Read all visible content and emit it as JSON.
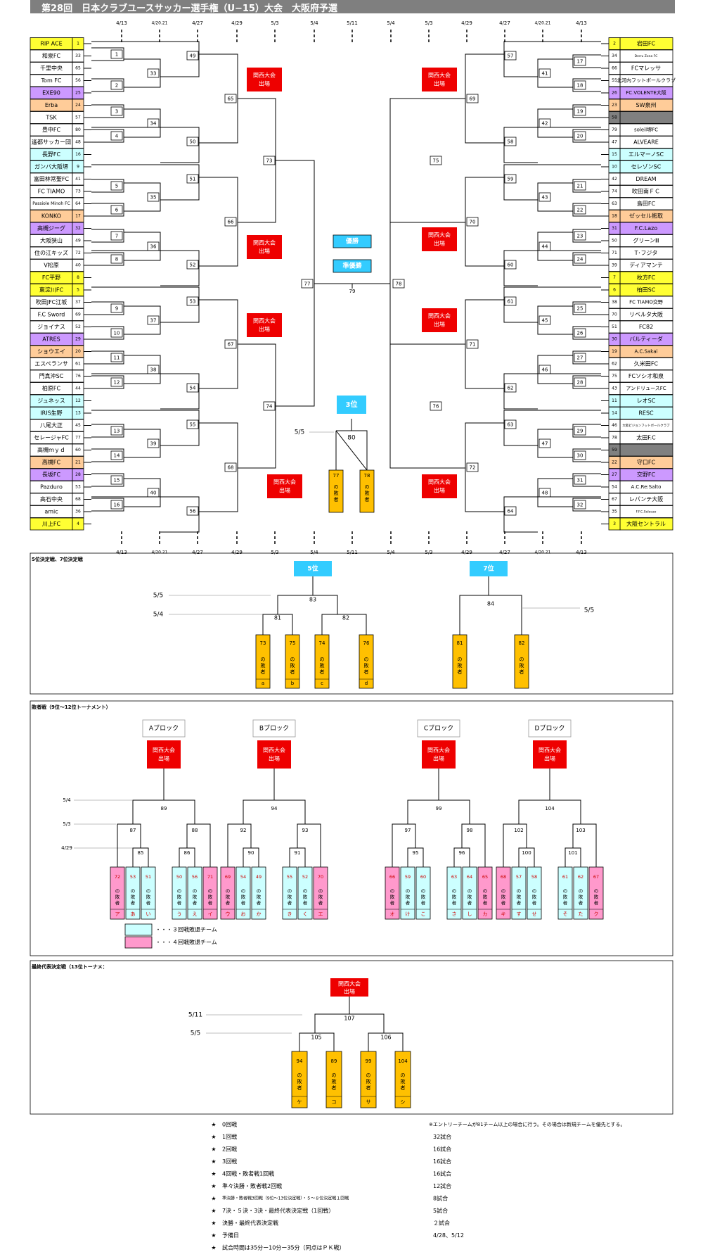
{
  "title": "第28回　日本クラブユースサッカー選手権（U−15）大会　大阪府予選",
  "dates_top": [
    "4/13",
    "4/20.21",
    "4/27",
    "4/29",
    "5/3",
    "5/4",
    "5/11",
    "5/4",
    "5/3",
    "4/29",
    "4/27",
    "4/20.21",
    "4/13"
  ],
  "left_teams": [
    {
      "name": "RIP ACE",
      "seed": "1",
      "fill": "#ffff33"
    },
    {
      "name": "和泉FC",
      "seed": "33",
      "fill": "#ffffff"
    },
    {
      "name": "千里中央",
      "seed": "65",
      "fill": "#ffffff"
    },
    {
      "name": "Tom FC",
      "seed": "56",
      "fill": "#ffffff"
    },
    {
      "name": "EXE90",
      "seed": "25",
      "fill": "#cc99ff"
    },
    {
      "name": "Erba",
      "seed": "24",
      "fill": "#ffcc99"
    },
    {
      "name": "TSK",
      "seed": "57",
      "fill": "#ffffff"
    },
    {
      "name": "豊中FC",
      "seed": "80",
      "fill": "#ffffff"
    },
    {
      "name": "遙都サッカー団",
      "seed": "48",
      "fill": "#ffffff"
    },
    {
      "name": "長野FC",
      "seed": "16",
      "fill": "#ccffff"
    },
    {
      "name": "ガンバ大阪堺",
      "seed": "9",
      "fill": "#ccffff"
    },
    {
      "name": "富田林常聖FC",
      "seed": "41",
      "fill": "#ffffff"
    },
    {
      "name": "FC TIAMO",
      "seed": "73",
      "fill": "#ffffff"
    },
    {
      "name": "Passiole Minoh FC",
      "seed": "64",
      "fill": "#ffffff"
    },
    {
      "name": "KONKO",
      "seed": "17",
      "fill": "#ffcc99"
    },
    {
      "name": "高槻ジーグ",
      "seed": "32",
      "fill": "#cc99ff"
    },
    {
      "name": "大阪狭山",
      "seed": "49",
      "fill": "#ffffff"
    },
    {
      "name": "住の江キッズ",
      "seed": "72",
      "fill": "#ffffff"
    },
    {
      "name": "V松原",
      "seed": "40",
      "fill": "#ffffff"
    },
    {
      "name": "FC平野",
      "seed": "8",
      "fill": "#ffff33"
    },
    {
      "name": "東淀川FC",
      "seed": "5",
      "fill": "#ffff33"
    },
    {
      "name": "吹田JFC江坂",
      "seed": "37",
      "fill": "#ffffff"
    },
    {
      "name": "F.C Sword",
      "seed": "69",
      "fill": "#ffffff"
    },
    {
      "name": "ジョイナス",
      "seed": "52",
      "fill": "#ffffff"
    },
    {
      "name": "ATRES",
      "seed": "29",
      "fill": "#cc99ff"
    },
    {
      "name": "ショウエイ",
      "seed": "20",
      "fill": "#ffcc99"
    },
    {
      "name": "エスペランサ",
      "seed": "61",
      "fill": "#ffffff"
    },
    {
      "name": "門真沖SC",
      "seed": "76",
      "fill": "#ffffff"
    },
    {
      "name": "柏原FC",
      "seed": "44",
      "fill": "#ffffff"
    },
    {
      "name": "ジュネッス",
      "seed": "12",
      "fill": "#ccffff"
    },
    {
      "name": "IRIS生野",
      "seed": "13",
      "fill": "#ccffff"
    },
    {
      "name": "八尾大正",
      "seed": "45",
      "fill": "#ffffff"
    },
    {
      "name": "セレージャFC",
      "seed": "77",
      "fill": "#ffffff"
    },
    {
      "name": "高槻ｍｙｄ",
      "seed": "60",
      "fill": "#ffffff"
    },
    {
      "name": "高槻FC",
      "seed": "21",
      "fill": "#ffcc99"
    },
    {
      "name": "長坂FC",
      "seed": "28",
      "fill": "#cc99ff"
    },
    {
      "name": "Pazduro",
      "seed": "53",
      "fill": "#ffffff"
    },
    {
      "name": "高石中央",
      "seed": "68",
      "fill": "#ffffff"
    },
    {
      "name": "amic",
      "seed": "36",
      "fill": "#ffffff"
    },
    {
      "name": "川上FC",
      "seed": "4",
      "fill": "#ffff33"
    }
  ],
  "right_teams": [
    {
      "name": "岩田FC",
      "seed": "2",
      "fill": "#ffff33"
    },
    {
      "name": "Derru Zona FC",
      "seed": "34",
      "fill": "#ffffff"
    },
    {
      "name": "FCマレッサ",
      "seed": "66",
      "fill": "#ffffff"
    },
    {
      "name": "北河内フットボールクラブ",
      "seed": "55",
      "fill": "#ffffff"
    },
    {
      "name": "FC.VOLENTE大阪",
      "seed": "26",
      "fill": "#cc99ff"
    },
    {
      "name": "SW泉州",
      "seed": "23",
      "fill": "#ffcc99"
    },
    {
      "name": "",
      "seed": "58",
      "fill": "#808080"
    },
    {
      "name": "soleil堺FC",
      "seed": "79",
      "fill": "#ffffff"
    },
    {
      "name": "ALVEARE",
      "seed": "47",
      "fill": "#ffffff"
    },
    {
      "name": "エルマーノSC",
      "seed": "15",
      "fill": "#ccffff"
    },
    {
      "name": "セレゾンSC",
      "seed": "10",
      "fill": "#ccffff"
    },
    {
      "name": "DREAM",
      "seed": "42",
      "fill": "#ffffff"
    },
    {
      "name": "吹田南ＦＣ",
      "seed": "74",
      "fill": "#ffffff"
    },
    {
      "name": "島田FC",
      "seed": "63",
      "fill": "#ffffff"
    },
    {
      "name": "ゼッセル熊取",
      "seed": "18",
      "fill": "#ffcc99"
    },
    {
      "name": "F.C.Lazo",
      "seed": "31",
      "fill": "#cc99ff"
    },
    {
      "name": "グリーンⅢ",
      "seed": "50",
      "fill": "#ffffff"
    },
    {
      "name": "T･フジタ",
      "seed": "71",
      "fill": "#ffffff"
    },
    {
      "name": "ディアマンテ",
      "seed": "39",
      "fill": "#ffffff"
    },
    {
      "name": "枚方FC",
      "seed": "7",
      "fill": "#ffff33"
    },
    {
      "name": "柏田SC",
      "seed": "6",
      "fill": "#ffff33"
    },
    {
      "name": "FC TIAMO交野",
      "seed": "38",
      "fill": "#ffffff"
    },
    {
      "name": "リベルタ大阪",
      "seed": "70",
      "fill": "#ffffff"
    },
    {
      "name": "FC82",
      "seed": "51",
      "fill": "#ffffff"
    },
    {
      "name": "バルティーダ",
      "seed": "30",
      "fill": "#cc99ff"
    },
    {
      "name": "A.C.Sakai",
      "seed": "19",
      "fill": "#ffcc99"
    },
    {
      "name": "久米田FC",
      "seed": "62",
      "fill": "#ffffff"
    },
    {
      "name": "FCソシオ和泉",
      "seed": "75",
      "fill": "#ffffff"
    },
    {
      "name": "アンドリュースFC",
      "seed": "43",
      "fill": "#ffffff"
    },
    {
      "name": "レオSC",
      "seed": "11",
      "fill": "#ccffff"
    },
    {
      "name": "RESC",
      "seed": "14",
      "fill": "#ccffff"
    },
    {
      "name": "大阪ピジョンフットボールクラブ",
      "seed": "46",
      "fill": "#ffffff"
    },
    {
      "name": "太田F.C",
      "seed": "78",
      "fill": "#ffffff"
    },
    {
      "name": "",
      "seed": "59",
      "fill": "#808080"
    },
    {
      "name": "守口FC",
      "seed": "22",
      "fill": "#ffcc99"
    },
    {
      "name": "交野FC",
      "seed": "27",
      "fill": "#cc99ff"
    },
    {
      "name": "A.C.Re:Salto",
      "seed": "54",
      "fill": "#ffffff"
    },
    {
      "name": "レパンテ大阪",
      "seed": "67",
      "fill": "#ffffff"
    },
    {
      "name": "F.F.C.Selecao",
      "seed": "35",
      "fill": "#ffffff"
    },
    {
      "name": "大阪セントラル",
      "seed": "3",
      "fill": "#ffff33"
    }
  ],
  "left_r1": [
    [
      "1",
      77
    ],
    [
      "2",
      121
    ],
    [
      "3",
      158
    ],
    [
      "4",
      193
    ],
    [
      "5",
      264
    ],
    [
      "6",
      298
    ],
    [
      "7",
      335
    ],
    [
      "8",
      368
    ],
    [
      "9",
      438
    ],
    [
      "10",
      473
    ],
    [
      "11",
      508
    ],
    [
      "12",
      543
    ],
    [
      "13",
      612
    ],
    [
      "14",
      647
    ],
    [
      "15",
      682
    ],
    [
      "16",
      717
    ]
  ],
  "right_r1": [
    [
      "17",
      87
    ],
    [
      "18",
      121
    ],
    [
      "19",
      158
    ],
    [
      "20",
      193
    ],
    [
      "21",
      264
    ],
    [
      "22",
      298
    ],
    [
      "23",
      335
    ],
    [
      "24",
      368
    ],
    [
      "25",
      438
    ],
    [
      "26",
      473
    ],
    [
      "27",
      508
    ],
    [
      "28",
      543
    ],
    [
      "29",
      612
    ],
    [
      "30",
      647
    ],
    [
      "31",
      682
    ],
    [
      "32",
      717
    ]
  ],
  "left_r2": [
    [
      "33",
      104
    ],
    [
      "34",
      175
    ],
    [
      "35",
      280
    ],
    [
      "36",
      350
    ],
    [
      "37",
      455
    ],
    [
      "38",
      525
    ],
    [
      "39",
      630
    ],
    [
      "40",
      700
    ]
  ],
  "right_r2": [
    [
      "41",
      104
    ],
    [
      "42",
      175
    ],
    [
      "43",
      280
    ],
    [
      "44",
      350
    ],
    [
      "45",
      455
    ],
    [
      "46",
      525
    ],
    [
      "47",
      630
    ],
    [
      "48",
      700
    ]
  ],
  "left_r3": [
    [
      "49",
      79
    ],
    [
      "50",
      201
    ],
    [
      "51",
      254
    ],
    [
      "52",
      376
    ],
    [
      "53",
      428
    ],
    [
      "54",
      551
    ],
    [
      "55",
      603
    ],
    [
      "56",
      726
    ]
  ],
  "right_r3": [
    [
      "57",
      79
    ],
    [
      "58",
      201
    ],
    [
      "59",
      254
    ],
    [
      "60",
      376
    ],
    [
      "61",
      428
    ],
    [
      "62",
      551
    ],
    [
      "63",
      603
    ],
    [
      "64",
      726
    ]
  ],
  "left_r4": [
    [
      "65",
      140
    ],
    [
      "66",
      315
    ],
    [
      "67",
      489
    ],
    [
      "68",
      664
    ]
  ],
  "right_r4": [
    [
      "69",
      140
    ],
    [
      "70",
      315
    ],
    [
      "71",
      489
    ],
    [
      "72",
      664
    ]
  ],
  "left_r5": [
    [
      "73",
      228
    ],
    [
      "74",
      577
    ]
  ],
  "right_r5": [
    [
      "75",
      228
    ],
    [
      "76",
      577
    ]
  ],
  "center": {
    "kansai": "関西大会\n出場",
    "final_label": "優勝",
    "runnerup_label": "準優勝",
    "m77": "77",
    "m78": "78",
    "m79": "79",
    "third_label": "3位",
    "third_date": "5/5",
    "m80": "80",
    "loser77": "77",
    "loser78": "78",
    "loser_text": "の敗者"
  },
  "section5": {
    "heading": "5位決定戦、7位決定戦",
    "fifth": "5位",
    "seventh": "7位",
    "d55": "5/5",
    "d54": "5/4",
    "d55r": "5/5",
    "m81": "81",
    "m82": "82",
    "m83": "83",
    "m84": "84",
    "boxes": [
      [
        "73",
        "a"
      ],
      [
        "75",
        "b"
      ],
      [
        "74",
        "c"
      ],
      [
        "76",
        "d"
      ],
      [
        "81",
        ""
      ],
      [
        "82",
        ""
      ]
    ]
  },
  "section9": {
    "heading": "敗者戦（9位〜12位トーナメント）",
    "blocks": [
      "Aブロック",
      "Bブロック",
      "Cブロック",
      "Dブロック"
    ],
    "d54": "5/4",
    "d53": "5/3",
    "d429": "4/29",
    "groups": [
      {
        "top": "89",
        "l": "87",
        "r": "88",
        "ll": "85",
        "rl": "86",
        "boxes": [
          [
            "72",
            "ア",
            "p"
          ],
          [
            "53",
            "あ",
            "c"
          ],
          [
            "51",
            "い",
            "c"
          ],
          [
            "50",
            "う",
            "c"
          ],
          [
            "56",
            "え",
            "c"
          ],
          [
            "71",
            "イ",
            "p"
          ]
        ]
      },
      {
        "top": "94",
        "l": "92",
        "r": "93",
        "ll": "90",
        "rl": "91",
        "boxes": [
          [
            "69",
            "ウ",
            "p"
          ],
          [
            "54",
            "お",
            "c"
          ],
          [
            "49",
            "か",
            "c"
          ],
          [
            "55",
            "き",
            "c"
          ],
          [
            "52",
            "く",
            "c"
          ],
          [
            "70",
            "エ",
            "p"
          ]
        ]
      },
      {
        "top": "99",
        "l": "97",
        "r": "98",
        "ll": "95",
        "rl": "96",
        "boxes": [
          [
            "66",
            "オ",
            "p"
          ],
          [
            "59",
            "け",
            "c"
          ],
          [
            "60",
            "こ",
            "c"
          ],
          [
            "63",
            "さ",
            "c"
          ],
          [
            "64",
            "し",
            "c"
          ],
          [
            "65",
            "カ",
            "p"
          ]
        ]
      },
      {
        "top": "104",
        "l": "102",
        "r": "103",
        "ll": "100",
        "rl": "101",
        "boxes": [
          [
            "68",
            "キ",
            "p"
          ],
          [
            "57",
            "す",
            "c"
          ],
          [
            "58",
            "せ",
            "c"
          ],
          [
            "61",
            "そ",
            "c"
          ],
          [
            "62",
            "た",
            "c"
          ],
          [
            "67",
            "ク",
            "p"
          ]
        ]
      }
    ],
    "legend_cyan": "・・・３回戦敗退チーム",
    "legend_pink": "・・・４回戦敗退チーム"
  },
  "section13": {
    "heading": "最終代表決定戦（13位トーナメ：",
    "d511": "5/11",
    "d55": "5/5",
    "m105": "105",
    "m106": "106",
    "m107": "107",
    "boxes": [
      [
        "94",
        "ケ"
      ],
      [
        "89",
        "コ"
      ],
      [
        "99",
        "サ"
      ],
      [
        "104",
        "シ"
      ]
    ]
  },
  "notes": [
    [
      "★",
      "0回戦",
      "※エントリーチームが81チーム以上の場合に行う。その場合は新規チームを優先とする。"
    ],
    [
      "★",
      "1回戦",
      "32試合"
    ],
    [
      "★",
      "2回戦",
      "16試合"
    ],
    [
      "★",
      "3回戦",
      "16試合"
    ],
    [
      "★",
      "4回戦・敗者戦1回戦",
      "16試合"
    ],
    [
      "★",
      "準々決勝・敗者戦2回戦",
      "12試合"
    ],
    [
      "★",
      "準決勝・敗者戦3回戦（9位〜13位決定戦）・５〜８位決定戦１回戦",
      "8試合"
    ],
    [
      "★",
      "7決・５決・3決・最終代表決定戦（1回戦）",
      "5試合"
    ],
    [
      "★",
      "決勝・最終代表決定戦",
      "２試合"
    ],
    [
      "★",
      "予備日",
      "4/28、5/12"
    ],
    [
      "★",
      "試合時間は35分ー10分ー35分（同点はＰＫ戦）",
      ""
    ]
  ],
  "colors": {
    "yellow": "#ffff33",
    "cyan": "#ccffff",
    "purple": "#cc99ff",
    "orange": "#ffcc99",
    "red": "#ee0000",
    "sky": "#33ccff",
    "gold": "#ffc000",
    "pink": "#ff99cc",
    "gray": "#808080"
  }
}
